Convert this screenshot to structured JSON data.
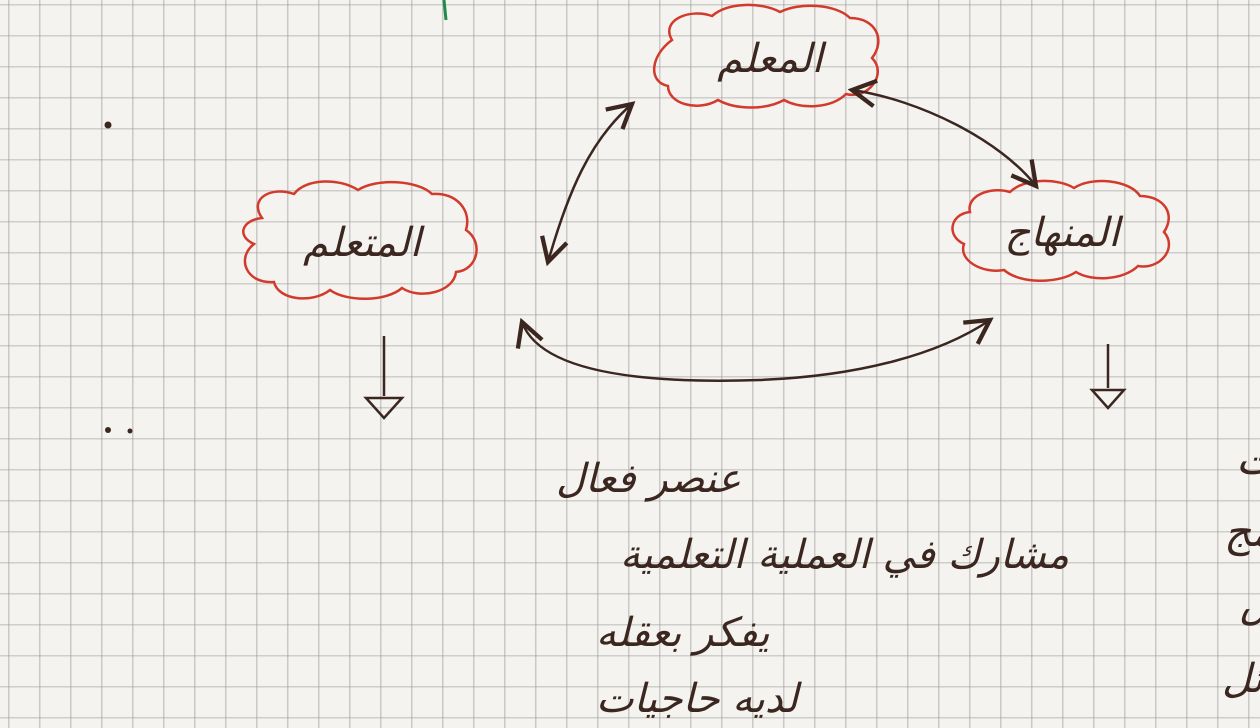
{
  "nodes": {
    "teacher": {
      "label": "المعلم"
    },
    "learner": {
      "label": "المتعلم"
    },
    "curriculum": {
      "label": "المنهاج"
    }
  },
  "learner_traits": [
    "عنصر فعال",
    "مشارك في العملية التعلمية",
    "يفكر بعقله",
    "لديه حاجيات"
  ],
  "curriculum_parts": [
    "التوقيت",
    "البرنامج",
    "طرائق التدريس",
    "الوسائل"
  ],
  "colors": {
    "paper": "#f4f3ef",
    "grid": "#969696",
    "cloud_outline": "#d23a2c",
    "ink": "#3b2620",
    "green_mark": "#1f8a4a"
  }
}
